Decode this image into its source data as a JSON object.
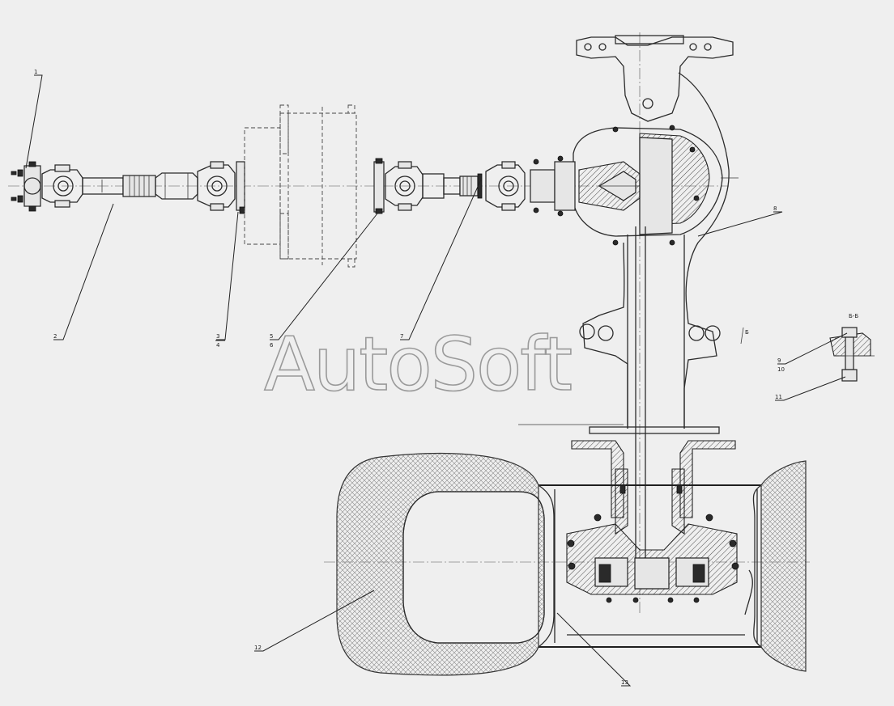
{
  "watermark": "AutoSoft",
  "callouts": {
    "c1": "1",
    "c2": "2",
    "c3": "3",
    "c4": "4",
    "c5": "5",
    "c6": "6",
    "c7": "7",
    "c8": "8",
    "c9": "9",
    "c10": "10",
    "c11": "11",
    "c12": "12",
    "c13": "13",
    "section": "Б-Б",
    "view_mark": "Б"
  },
  "colors": {
    "background": "#efefef",
    "line": "#2b2b2b",
    "watermark_stroke": "#9a9a9a"
  }
}
